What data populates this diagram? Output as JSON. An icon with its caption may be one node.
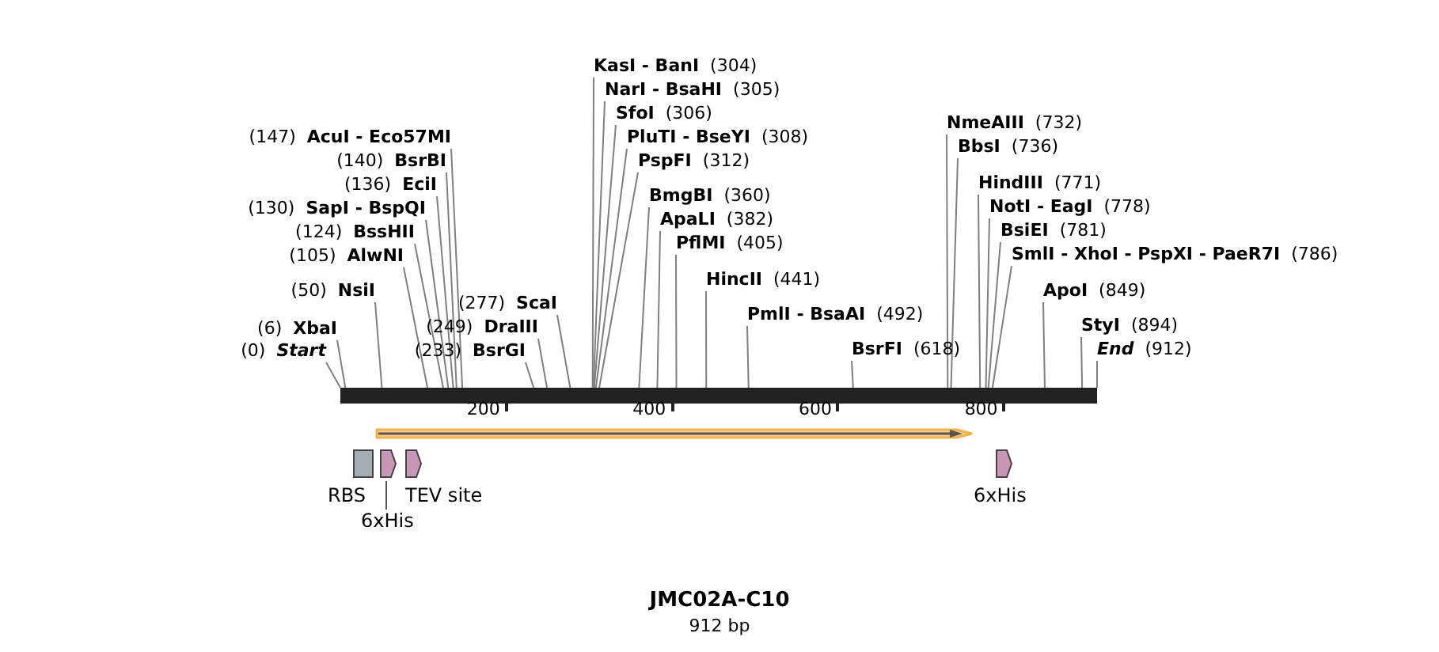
{
  "diagram": {
    "title": "JMC02A-C10",
    "caption": "912 bp",
    "nodes": [
      {
        "text": [
          "(147)",
          "AcuI - Eco57MI"
        ]
      },
      {
        "text": [
          "(140)",
          "BsrBI"
        ]
      },
      {
        "text": [
          "(136)",
          "EciI"
        ]
      },
      {
        "text": [
          "(130)",
          "SapI - BspQI"
        ]
      },
      {
        "text": [
          "(124)",
          "BssHII"
        ]
      },
      {
        "text": [
          "(105)",
          "AlwNI"
        ]
      },
      {
        "text": [
          "(50)",
          "NsiI"
        ]
      },
      {
        "text": [
          "(6)",
          "XbaI"
        ]
      },
      {
        "text": [
          "(0)",
          "Start"
        ]
      },
      {
        "text": [
          "(277)",
          "ScaI"
        ]
      },
      {
        "text": [
          "(249)",
          "DraIII"
        ]
      },
      {
        "text": [
          "(233)",
          "BsrGI"
        ]
      },
      {
        "text": [
          "KasI - BanI",
          "(304)"
        ]
      },
      {
        "text": [
          "NarI - BsaHI",
          "(305)"
        ]
      },
      {
        "text": [
          "SfoI",
          "(306)"
        ]
      },
      {
        "text": [
          "PluTI - BseYI",
          "(308)"
        ]
      },
      {
        "text": [
          "PspFI",
          "(312)"
        ]
      },
      {
        "text": [
          "BmgBI",
          "(360)"
        ]
      },
      {
        "text": [
          "ApaLI",
          "(382)"
        ]
      },
      {
        "text": [
          "PflMI",
          "(405)"
        ]
      },
      {
        "text": [
          "HincII",
          "(441)"
        ]
      },
      {
        "text": [
          "PmlI - BsaAI",
          "(492)"
        ]
      },
      {
        "text": [
          "BsrFI",
          "(618)"
        ]
      },
      {
        "text": [
          "NmeAIII",
          "(732)"
        ]
      },
      {
        "text": [
          "BbsI",
          "(736)"
        ]
      },
      {
        "text": [
          "HindIII",
          "(771)"
        ]
      },
      {
        "text": [
          "NotI - EagI",
          "(778)"
        ]
      },
      {
        "text": [
          "BsiEI",
          "(781)"
        ]
      },
      {
        "text": [
          "SmlI - XhoI - PspXI - PaeR7I",
          "(786)"
        ]
      },
      {
        "text": [
          "ApoI",
          "(849)"
        ]
      },
      {
        "text": [
          "StyI",
          "(894)"
        ]
      },
      {
        "text": [
          "End",
          "(912)"
        ]
      },
      {
        "text": [],
        "shape": "bar"
      },
      {
        "text": [],
        "shape": "arrow"
      },
      {
        "text": [
          "RBS"
        ]
      },
      {
        "text": [
          "6xHis"
        ]
      },
      {
        "text": [
          "TEV site"
        ]
      },
      {
        "text": [
          "6xHis"
        ]
      }
    ],
    "edges": [
      {
        "from": 0,
        "to": 32,
        "arrow": "none"
      },
      {
        "from": 1,
        "to": 32,
        "arrow": "none"
      },
      {
        "from": 2,
        "to": 32,
        "arrow": "none"
      },
      {
        "from": 3,
        "to": 32,
        "arrow": "none"
      },
      {
        "from": 4,
        "to": 32,
        "arrow": "none"
      },
      {
        "from": 5,
        "to": 32,
        "arrow": "none"
      },
      {
        "from": 6,
        "to": 32,
        "arrow": "none"
      },
      {
        "from": 7,
        "to": 32,
        "arrow": "none"
      },
      {
        "from": 8,
        "to": 32,
        "arrow": "none"
      },
      {
        "from": 9,
        "to": 32,
        "arrow": "none"
      },
      {
        "from": 10,
        "to": 32,
        "arrow": "none"
      },
      {
        "from": 11,
        "to": 32,
        "arrow": "none"
      },
      {
        "from": 12,
        "to": 32,
        "arrow": "none"
      },
      {
        "from": 13,
        "to": 32,
        "arrow": "none"
      },
      {
        "from": 14,
        "to": 32,
        "arrow": "none"
      },
      {
        "from": 15,
        "to": 32,
        "arrow": "none"
      },
      {
        "from": 16,
        "to": 32,
        "arrow": "none"
      },
      {
        "from": 17,
        "to": 32,
        "arrow": "none"
      },
      {
        "from": 18,
        "to": 32,
        "arrow": "none"
      },
      {
        "from": 19,
        "to": 32,
        "arrow": "none"
      },
      {
        "from": 20,
        "to": 32,
        "arrow": "none"
      },
      {
        "from": 21,
        "to": 32,
        "arrow": "none"
      },
      {
        "from": 22,
        "to": 32,
        "arrow": "none"
      },
      {
        "from": 23,
        "to": 32,
        "arrow": "none"
      },
      {
        "from": 24,
        "to": 32,
        "arrow": "none"
      },
      {
        "from": 25,
        "to": 32,
        "arrow": "none"
      },
      {
        "from": 26,
        "to": 32,
        "arrow": "none"
      },
      {
        "from": 27,
        "to": 32,
        "arrow": "none"
      },
      {
        "from": 28,
        "to": 32,
        "arrow": "none"
      },
      {
        "from": 29,
        "to": 32,
        "arrow": "none"
      },
      {
        "from": 30,
        "to": 32,
        "arrow": "none"
      },
      {
        "from": 31,
        "to": 32,
        "arrow": "none"
      }
    ],
    "labels": [
      "200",
      "400",
      "600",
      "800"
    ]
  }
}
